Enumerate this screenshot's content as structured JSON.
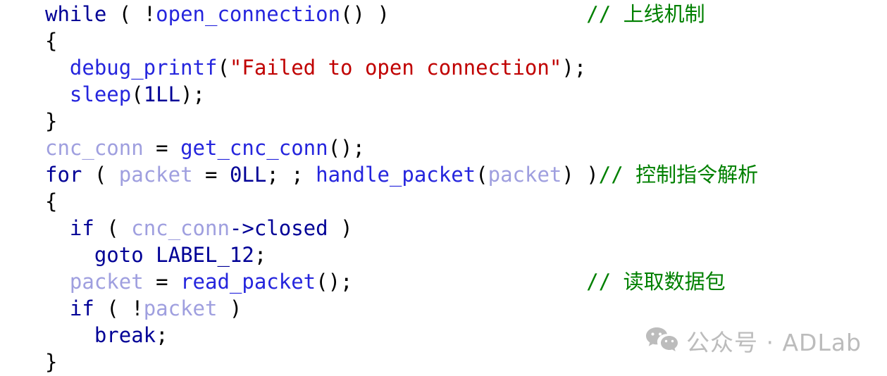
{
  "page": {
    "background": "#ffffff"
  },
  "code": {
    "token_colors": {
      "kw": "#000096",
      "fn": "#2525dd",
      "var": "#9f9fdf",
      "str": "#c00000",
      "num": "#000096",
      "mem": "#000096",
      "lbl": "#000096",
      "cm": "#008000",
      "pn": "#000000"
    },
    "lines": [
      {
        "tokens": [
          [
            "kw",
            "while"
          ],
          [
            "pn",
            " ( !"
          ],
          [
            "fn",
            "open_connection"
          ],
          [
            "pn",
            "() )"
          ],
          [
            "pn",
            "                "
          ],
          [
            "cm",
            "// 上线机制"
          ]
        ]
      },
      {
        "tokens": [
          [
            "pn",
            "{"
          ]
        ]
      },
      {
        "tokens": [
          [
            "pn",
            "  "
          ],
          [
            "fn",
            "debug_printf"
          ],
          [
            "pn",
            "("
          ],
          [
            "str",
            "\"Failed to open connection\""
          ],
          [
            "pn",
            ");"
          ]
        ]
      },
      {
        "tokens": [
          [
            "pn",
            "  "
          ],
          [
            "fn",
            "sleep"
          ],
          [
            "pn",
            "("
          ],
          [
            "num",
            "1LL"
          ],
          [
            "pn",
            ");"
          ]
        ]
      },
      {
        "tokens": [
          [
            "pn",
            "}"
          ]
        ]
      },
      {
        "tokens": [
          [
            "var",
            "cnc_conn"
          ],
          [
            "pn",
            " = "
          ],
          [
            "fn",
            "get_cnc_conn"
          ],
          [
            "pn",
            "();"
          ]
        ]
      },
      {
        "tokens": [
          [
            "kw",
            "for"
          ],
          [
            "pn",
            " ( "
          ],
          [
            "var",
            "packet"
          ],
          [
            "pn",
            " = "
          ],
          [
            "num",
            "0LL"
          ],
          [
            "pn",
            "; ; "
          ],
          [
            "fn",
            "handle_packet"
          ],
          [
            "pn",
            "("
          ],
          [
            "var",
            "packet"
          ],
          [
            "pn",
            ") )"
          ],
          [
            "cm",
            "// 控制指令解析"
          ]
        ]
      },
      {
        "tokens": [
          [
            "pn",
            "{"
          ]
        ]
      },
      {
        "tokens": [
          [
            "pn",
            "  "
          ],
          [
            "kw",
            "if"
          ],
          [
            "pn",
            " ( "
          ],
          [
            "var",
            "cnc_conn"
          ],
          [
            "mem",
            "->closed"
          ],
          [
            "pn",
            " )"
          ]
        ]
      },
      {
        "tokens": [
          [
            "pn",
            "    "
          ],
          [
            "kw",
            "goto"
          ],
          [
            "pn",
            " "
          ],
          [
            "lbl",
            "LABEL_12"
          ],
          [
            "pn",
            ";"
          ]
        ]
      },
      {
        "tokens": [
          [
            "pn",
            "  "
          ],
          [
            "var",
            "packet"
          ],
          [
            "pn",
            " = "
          ],
          [
            "fn",
            "read_packet"
          ],
          [
            "pn",
            "();"
          ],
          [
            "pn",
            "                   "
          ],
          [
            "cm",
            "// 读取数据包"
          ]
        ]
      },
      {
        "tokens": [
          [
            "pn",
            "  "
          ],
          [
            "kw",
            "if"
          ],
          [
            "pn",
            " ( !"
          ],
          [
            "var",
            "packet"
          ],
          [
            "pn",
            " )"
          ]
        ]
      },
      {
        "tokens": [
          [
            "pn",
            "    "
          ],
          [
            "kw",
            "break"
          ],
          [
            "pn",
            ";"
          ]
        ]
      },
      {
        "tokens": [
          [
            "pn",
            "}"
          ]
        ]
      }
    ]
  },
  "watermark": {
    "text": "公众号 · ADLab",
    "color": "#bcbcbc"
  }
}
